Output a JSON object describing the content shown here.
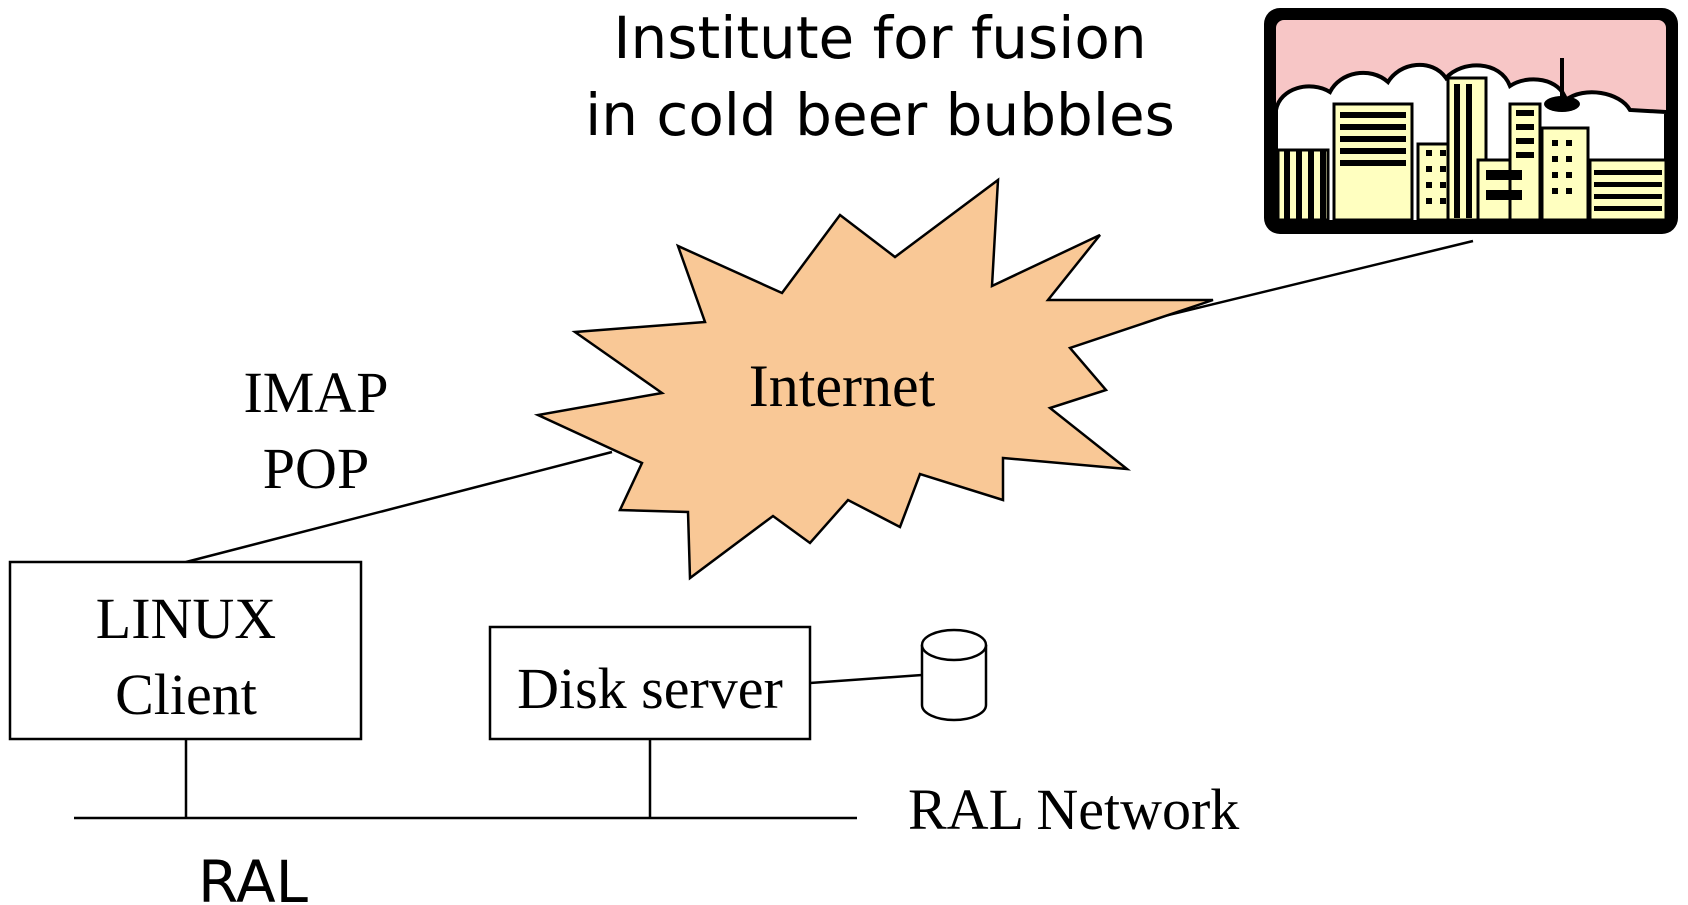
{
  "institute": {
    "title_line1": "Institute for fusion",
    "title_line2": "in cold beer bubbles"
  },
  "internet": {
    "label": "Internet",
    "fill": "#f9c896"
  },
  "protocols": {
    "line1": "IMAP",
    "line2": "POP"
  },
  "linux_client": {
    "line1": "LINUX",
    "line2": "Client"
  },
  "disk_server": {
    "label": "Disk server"
  },
  "network": {
    "label": "RAL Network"
  },
  "site": {
    "label": "RAL"
  },
  "city_icon": {
    "icon": "city-skyline-icon",
    "sky": "#f7c6c6",
    "building": "#ffffc0"
  },
  "disk_icon": {
    "icon": "disk-cylinder-icon"
  }
}
